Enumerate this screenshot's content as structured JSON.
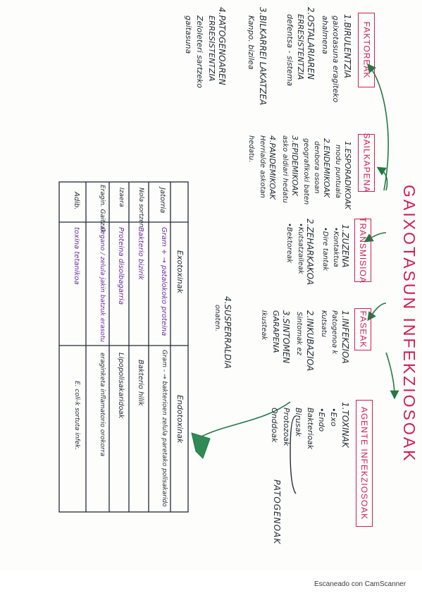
{
  "title": "GAIXOTASUN INFEKZIOSOAK",
  "categories": {
    "faktoreak": {
      "label": "FAKTOREAK",
      "lines": [
        "1.BIRULENTZIA",
        "gaixotasuna eragiteko",
        "ahalmena",
        "2.OSTALARIAREN",
        "ERRESISTENTZIA",
        "defentsa - sistema",
        "3.BILKARREI LAKATZEA",
        "Kanpo. bizilea",
        "4.PATOGENOAREN",
        "ERRESISTENTZIA",
        "Zeloleteri sartzeko",
        "gaitasuna"
      ]
    },
    "sailkapena": {
      "label": "SAILKAPENA",
      "lines": [
        "1.ESPORADIKOAK",
        "modu puntuala",
        "2.ENDEMIKOAK",
        "denbora osoan",
        "geografikoki baten",
        "3.EPIDEMIKOAK",
        "asko aldiari hedatu",
        "4.PANDEMIKOAK",
        "Herrialde askotan",
        "hedatu."
      ]
    },
    "transmisioa": {
      "label": "TRANSMISIOA",
      "lines": [
        "1.ZUZENA",
        "•Kontaktua",
        "•Dire tantak",
        "2.ZEHARKAKOA",
        "•Kutsatzaileak",
        "•Bektoreak"
      ]
    },
    "faseak": {
      "label": "FASEAK",
      "lines": [
        "1.INFEKZIOA",
        "Patogenoa k",
        "Kutsatu",
        "2.INKUBAZIOA",
        "Sintomak ez",
        "3.SINTOMEN",
        "GARAPENA",
        "Ikusteak",
        "4.SUSPERRALDIA",
        "onaten."
      ]
    },
    "agente": {
      "label": "AGENTE INFEKZIOSOAK",
      "lines": [
        "1.TOXINAK",
        "•Exo",
        "•Endo",
        "Bakterioak",
        "Birusak",
        "Protozoak",
        "Onddoak"
      ],
      "bracket": "PATOGENOAK"
    }
  },
  "table": {
    "headers": [
      "",
      "Exotoxinak",
      "Endotoxinak"
    ],
    "rows": [
      [
        "Jatorria",
        "Gram + → patalokoko proteina",
        "Gram - → bakterioen zelula paretako polisakarido"
      ],
      [
        "Nola sortzen",
        "Bakterio bizirik",
        "Bakterio hilik"
      ],
      [
        "Izaera",
        "Proteina disolbagarria",
        "Lipopolisakaridoak"
      ],
      [
        "Eragin. Gaitzak",
        "Organo / zelula jakin batzuk erasotu",
        "eraginketa inflamatorio orokorra"
      ],
      [
        "Adib.",
        "toxina tetanikoa",
        "E. coli-k sortuta infek."
      ]
    ]
  },
  "footer": "Escaneado con CamScanner",
  "colors": {
    "ink": "#232a36",
    "pink": "#cc1f54",
    "green": "#1f7a43",
    "purple": "#6a2aa3"
  }
}
